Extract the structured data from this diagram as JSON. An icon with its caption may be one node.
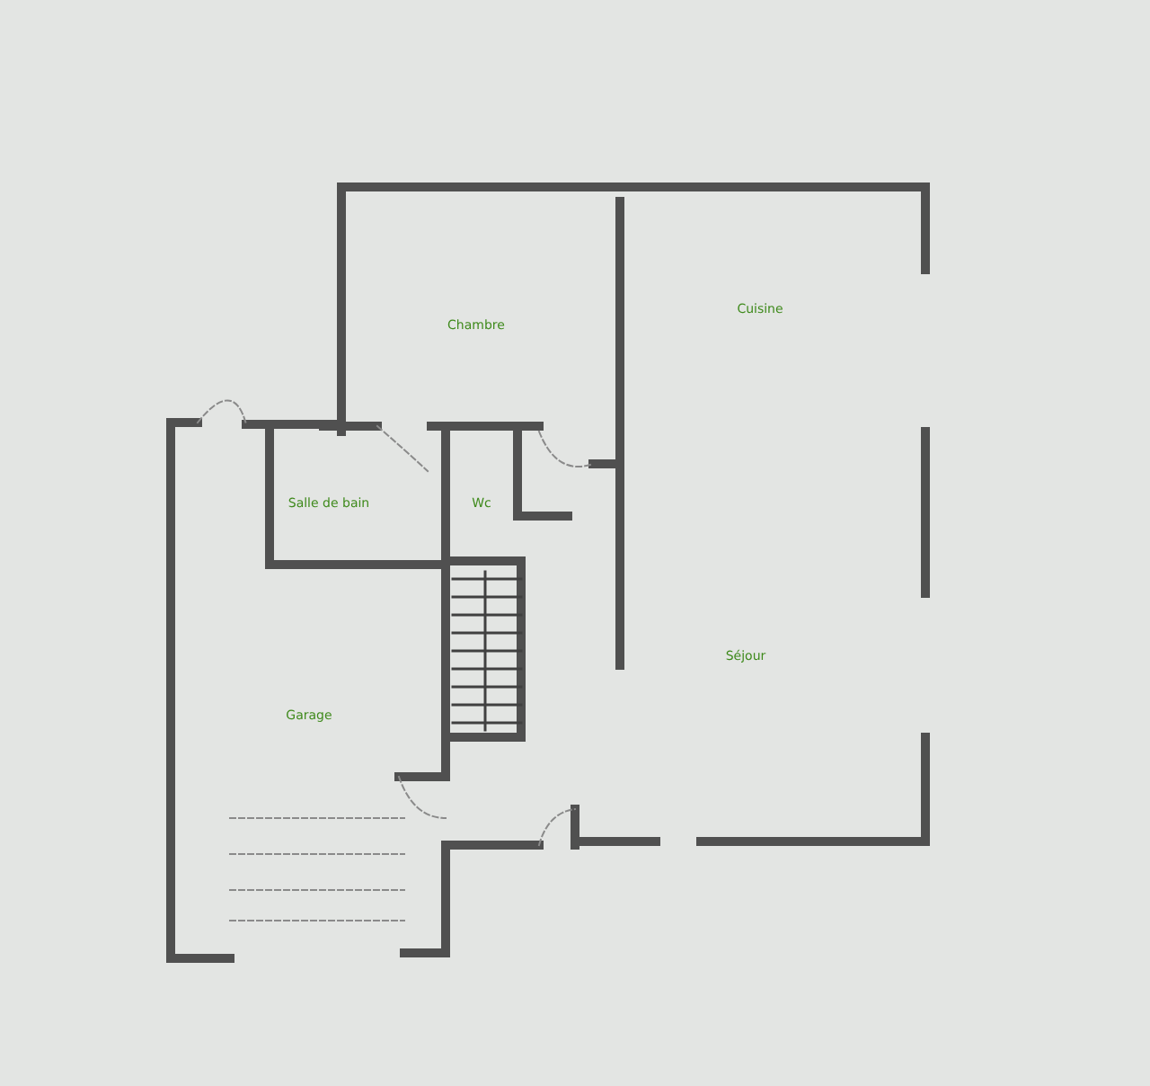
{
  "diagram": {
    "nodes": [
      {
        "text": [
          "Chambre"
        ]
      },
      {
        "text": [
          "Cuisine"
        ]
      },
      {
        "text": [
          "Salle de bain"
        ]
      },
      {
        "text": [
          "Wc"
        ]
      },
      {
        "text": [
          "Séjour"
        ]
      },
      {
        "text": [
          "Garage"
        ]
      }
    ]
  }
}
